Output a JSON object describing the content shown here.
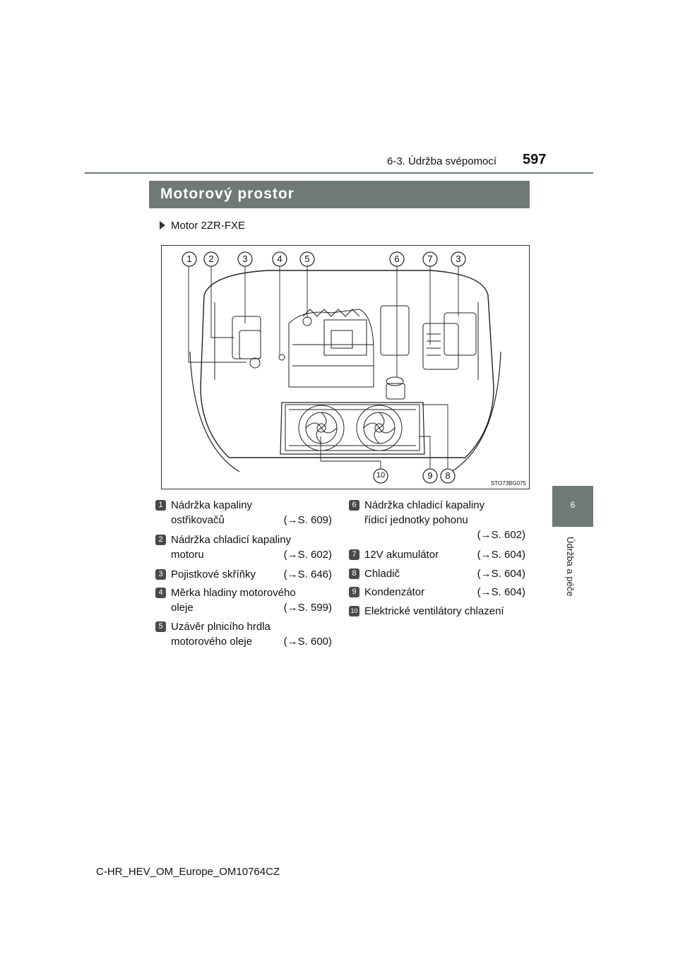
{
  "header": {
    "section": "6-3. Údržba svépomocí",
    "page_number": "597"
  },
  "side_tab": {
    "chapter_number": "6",
    "chapter_label": "Údržba a péče"
  },
  "section_title": "Motorový prostor",
  "engine_label": "Motor 2ZR-FXE",
  "figure": {
    "callouts_top": [
      "1",
      "2",
      "3",
      "4",
      "5",
      "6",
      "7",
      "3"
    ],
    "callouts_bottom": [
      "10",
      "9",
      "8"
    ],
    "code": "STO73BG075"
  },
  "items_left": [
    {
      "num": "1",
      "line1": "Nádržka kapaliny",
      "line2": "ostřikovačů",
      "ref": "(→S. 609)"
    },
    {
      "num": "2",
      "line1": "Nádržka chladicí kapaliny",
      "line2": "motoru",
      "ref": "(→S. 602)"
    },
    {
      "num": "3",
      "line1": "Pojistkové skříňky",
      "line2": "",
      "ref": "(→S. 646)"
    },
    {
      "num": "4",
      "line1": "Měrka hladiny motorového",
      "line2": "oleje",
      "ref": "(→S. 599)"
    },
    {
      "num": "5",
      "line1": "Uzávěr plnicího hrdla",
      "line2": "motorového oleje",
      "ref": "(→S. 600)"
    }
  ],
  "items_right": [
    {
      "num": "6",
      "line1": "Nádržka chladicí kapaliny",
      "line2": "řídicí jednotky pohonu",
      "ref": "(→S. 602)"
    },
    {
      "num": "7",
      "line1": "12V akumulátor",
      "line2": "",
      "ref": "(→S. 604)"
    },
    {
      "num": "8",
      "line1": "Chladič",
      "line2": "",
      "ref": "(→S. 604)"
    },
    {
      "num": "9",
      "line1": "Kondenzátor",
      "line2": "",
      "ref": "(→S. 604)"
    },
    {
      "num": "10",
      "line1": "Elektrické ventilátory chlazení",
      "line2": "",
      "ref": ""
    }
  ],
  "footer": "C-HR_HEV_OM_Europe_OM10764CZ"
}
